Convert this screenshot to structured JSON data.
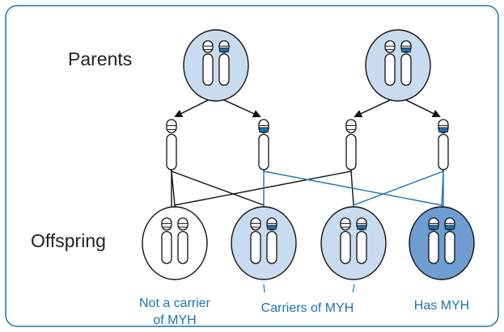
{
  "labels": {
    "parents": "Parents",
    "offspring": "Offspring",
    "not_carrier_line1": "Not a carrier",
    "not_carrier_line2": "of MYH",
    "carriers": "Carriers of MYH",
    "has_myh": "Has MYH"
  },
  "colors": {
    "frame": "#1a73b5",
    "cell_fill": "#c9dbee",
    "cell_fill_dark": "#6e9dd2",
    "marker": "#1a73b5",
    "line_black": "#111111",
    "line_blue": "#1a73b5",
    "label_blue": "#1a73b5"
  },
  "diagram": {
    "parents": [
      {
        "name": "parent-1",
        "mutated_chromosomes": 1
      },
      {
        "name": "parent-2",
        "mutated_chromosomes": 1
      }
    ],
    "gametes": [
      {
        "name": "gamete-1",
        "mutated": false
      },
      {
        "name": "gamete-2",
        "mutated": true
      },
      {
        "name": "gamete-3",
        "mutated": false
      },
      {
        "name": "gamete-4",
        "mutated": true
      }
    ],
    "offspring": [
      {
        "name": "offspring-not-carrier",
        "mutated_chromosomes": 0,
        "shade": "none"
      },
      {
        "name": "offspring-carrier-1",
        "mutated_chromosomes": 1,
        "shade": "light"
      },
      {
        "name": "offspring-carrier-2",
        "mutated_chromosomes": 1,
        "shade": "light"
      },
      {
        "name": "offspring-has-myh",
        "mutated_chromosomes": 2,
        "shade": "dark"
      }
    ]
  }
}
